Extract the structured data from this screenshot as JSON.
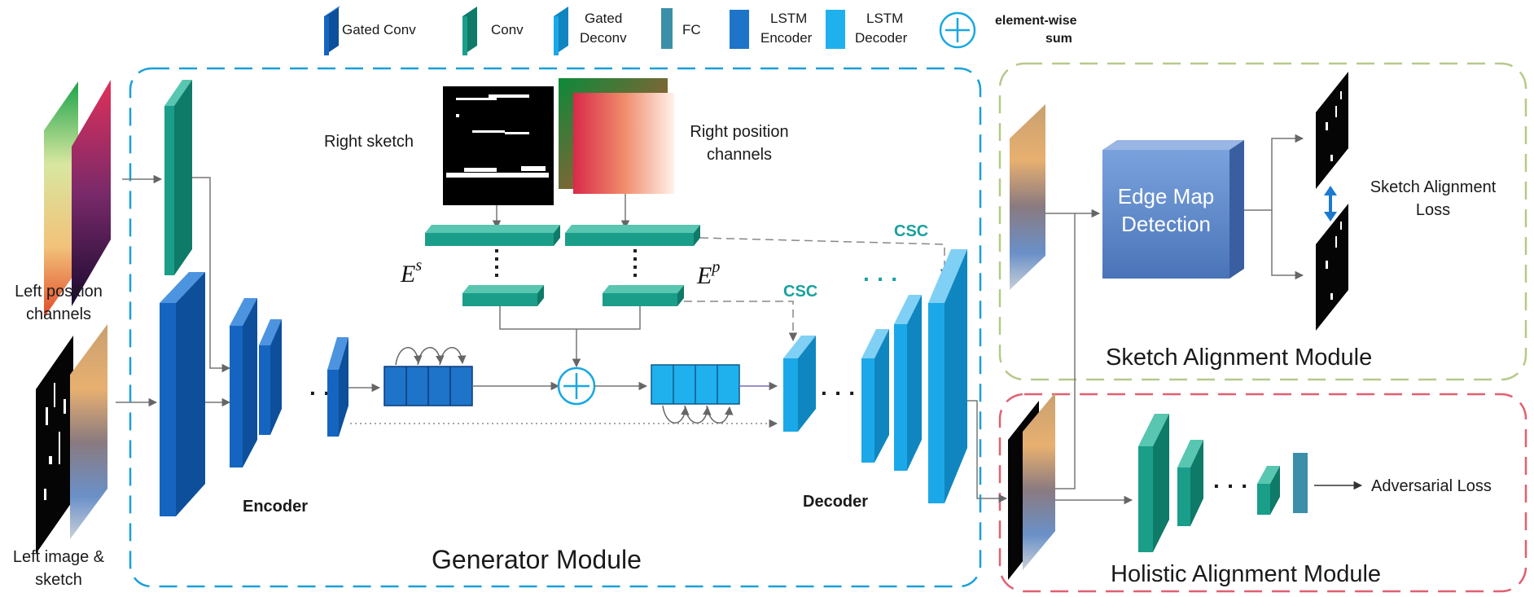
{
  "legend": {
    "gated_conv": "Gated Conv",
    "conv": "Conv",
    "gated_deconv_1": "Gated",
    "gated_deconv_2": "Deconv",
    "fc": "FC",
    "lstm_encoder_1": "LSTM",
    "lstm_encoder_2": "Encoder",
    "lstm_decoder_1": "LSTM",
    "lstm_decoder_2": "Decoder",
    "sum_1": "element-wise",
    "sum_2": "sum"
  },
  "labels": {
    "left_position_1": "Left position",
    "left_position_2": "channels",
    "left_image_1": "Left image &",
    "left_image_2": "sketch",
    "right_sketch": "Right sketch",
    "right_position_1": "Right position",
    "right_position_2": "channels",
    "es_base": "E",
    "es_sup": "s",
    "ep_base": "E",
    "ep_sup": "p",
    "csc_top": "CSC",
    "csc_mid": "CSC",
    "encoder": "Encoder",
    "decoder": "Decoder",
    "generator_module": "Generator Module",
    "edge_map_1": "Edge Map",
    "edge_map_2": "Detection",
    "sketch_loss_1": "Sketch Alignment",
    "sketch_loss_2": "Loss",
    "sketch_module": "Sketch Alignment Module",
    "adversarial_loss": "Adversarial Loss",
    "holistic_module": "Holistic Alignment Module",
    "ellipsis": "· · ·",
    "dots_teal": "· · ·"
  },
  "colors": {
    "gated_conv": "#1565c0",
    "conv": "#1a9e8a",
    "gated_deconv": "#1ba8e8",
    "fc": "#3b8fa8",
    "lstm_encoder": "#1e74c8",
    "lstm_decoder": "#1fb0ee",
    "generator_border": "#1aa0d8",
    "sketch_border": "#b5c98a",
    "holistic_border": "#e06070",
    "edge_map": "#5b86c7"
  }
}
